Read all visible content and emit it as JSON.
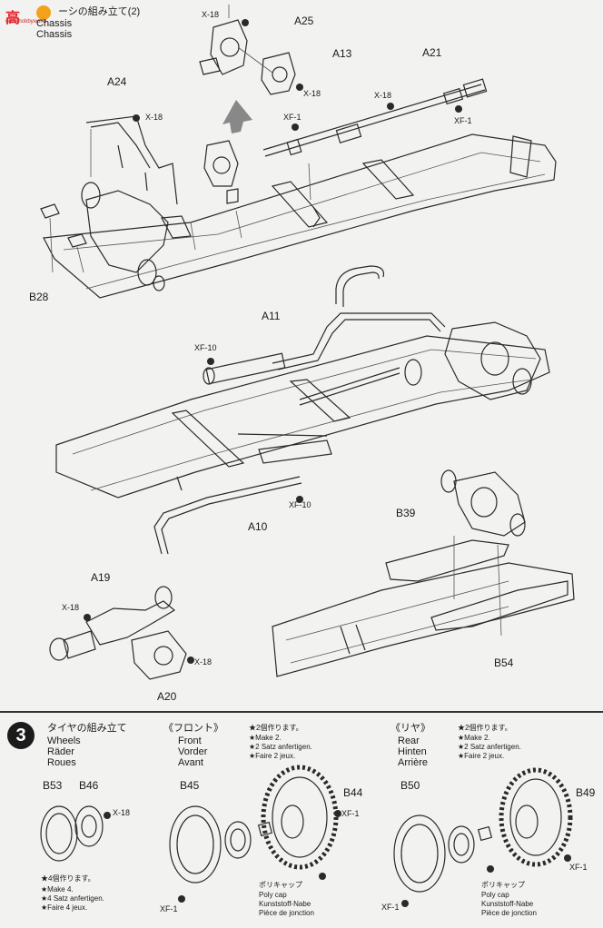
{
  "header": {
    "logo_text": "高",
    "logo_sub": "www.hobbyworld",
    "step_title_jp": "ーシの組み立て(2)",
    "step_title_en": "Chassis",
    "step_title_de": "Chassis"
  },
  "upper_section": {
    "labels": {
      "x18_top": "X-18",
      "a25": "A25",
      "a13": "A13",
      "x18_a13": "X-18",
      "a21": "A21",
      "a24": "A24",
      "x18_a24": "X-18",
      "x18_a21": "X-18",
      "xf1_a21": "XF-1",
      "xf1_mid": "XF-1",
      "b28": "B28",
      "a11": "A11",
      "xf10_a11": "XF-10",
      "xf10_a10": "XF-10",
      "a10": "A10",
      "a19": "A19",
      "x18_a19": "X-18",
      "x18_a20": "X-18",
      "a20": "A20",
      "b39": "B39",
      "b54": "B54"
    }
  },
  "step3": {
    "number": "3",
    "title_jp": "タイヤの組み立て",
    "title_en": "Wheels",
    "title_de": "Räder",
    "title_fr": "Roues",
    "front_jp": "《フロント》",
    "front_en": "Front",
    "front_de": "Vorder",
    "front_fr": "Avant",
    "rear_jp": "《リヤ》",
    "rear_en": "Rear",
    "rear_de": "Hinten",
    "rear_fr": "Arrière",
    "make2_front_jp": "★2個作ります。",
    "make2_front_en": "★Make 2.",
    "make2_front_de": "★2 Satz anfertigen.",
    "make2_front_fr": "★Faire 2 jeux.",
    "make2_rear_jp": "★2個作ります。",
    "make2_rear_en": "★Make 2.",
    "make2_rear_de": "★2 Satz anfertigen.",
    "make2_rear_fr": "★Faire 2 jeux.",
    "make4_jp": "★4個作ります。",
    "make4_en": "★Make 4.",
    "make4_de": "★4 Satz anfertigen.",
    "make4_fr": "★Faire 4 jeux.",
    "b53": "B53",
    "b46": "B46",
    "x18": "X-18",
    "b45": "B45",
    "b44": "B44",
    "xf1_front_hub": "XF-1",
    "xf1_front_tire": "XF-1",
    "b50": "B50",
    "b49": "B49",
    "xf1_rear_hub": "XF-1",
    "xf1_rear_tire": "XF-1",
    "polycap_front_jp": "ポリキャップ",
    "polycap_front_en": "Poly cap",
    "polycap_front_de": "Kunststoff-Nabe",
    "polycap_front_fr": "Pièce de jonction",
    "polycap_rear_jp": "ポリキャップ",
    "polycap_rear_en": "Poly cap",
    "polycap_rear_de": "Kunststoff-Nabe",
    "polycap_rear_fr": "Pièce de jonction"
  }
}
